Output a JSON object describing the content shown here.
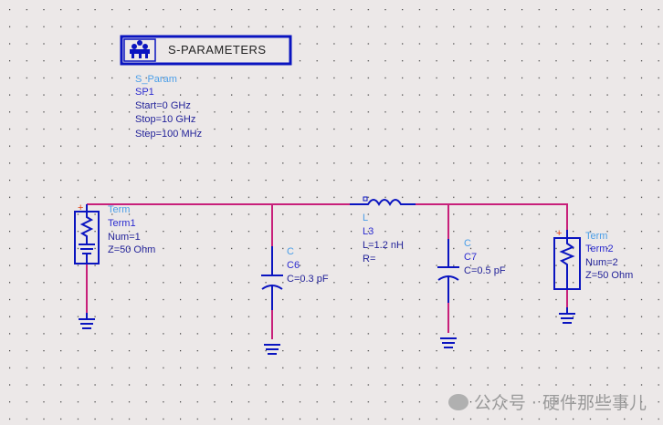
{
  "colors": {
    "wire": "#c8207a",
    "component": "#0a14c0",
    "background": "#ece8e8"
  },
  "sparam": {
    "title": "S-PARAMETERS",
    "type": "S_Param",
    "instance": "SP1",
    "params": [
      "Start=0 GHz",
      "Stop=10 GHz",
      "Step=100 MHz"
    ]
  },
  "term1": {
    "type": "Term",
    "instance": "Term1",
    "params": [
      "Num=1",
      "Z=50 Ohm"
    ]
  },
  "c6": {
    "type": "C",
    "instance": "C6",
    "params": [
      "C=0.3 pF"
    ]
  },
  "l3": {
    "type": "L",
    "instance": "L3",
    "params": [
      "L=1.2 nH",
      "R="
    ]
  },
  "c7": {
    "type": "C",
    "instance": "C7",
    "params": [
      "C=0.5 pF"
    ]
  },
  "term2": {
    "type": "Term",
    "instance": "Term2",
    "params": [
      "Num=2",
      "Z=50 Ohm"
    ]
  },
  "watermark": "公众号 · 硬件那些事儿"
}
